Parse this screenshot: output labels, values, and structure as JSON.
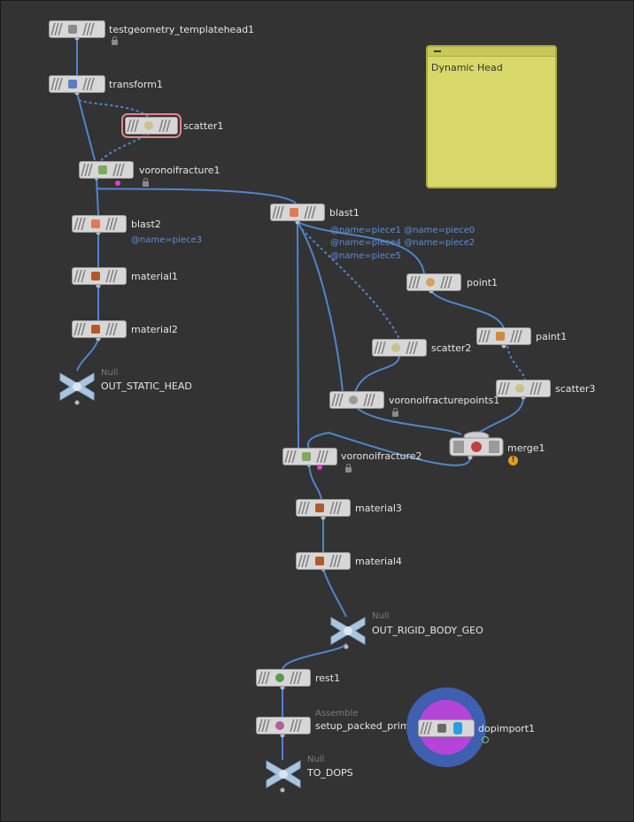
{
  "network": {
    "sticky_note": "Dynamic Head",
    "nodes": {
      "testgeometry": {
        "label": "testgeometry_templatehead1"
      },
      "transform1": {
        "label": "transform1"
      },
      "scatter1": {
        "label": "scatter1"
      },
      "voronoifracture1": {
        "label": "voronoifracture1"
      },
      "blast2": {
        "label": "blast2",
        "group": "@name=piece3"
      },
      "material1": {
        "label": "material1"
      },
      "material2": {
        "label": "material2"
      },
      "out_static_head": {
        "label": "OUT_STATIC_HEAD",
        "type": "Null"
      },
      "blast1": {
        "label": "blast1",
        "groups": [
          "@name=piece1 @name=piece0",
          "@name=piece4 @name=piece2",
          "@name=piece5"
        ]
      },
      "point1": {
        "label": "point1"
      },
      "paint1": {
        "label": "paint1"
      },
      "scatter2": {
        "label": "scatter2"
      },
      "scatter3": {
        "label": "scatter3"
      },
      "voronoifracturepoints1": {
        "label": "voronoifracturepoints1"
      },
      "merge1": {
        "label": "merge1"
      },
      "voronoifracture2": {
        "label": "voronoifracture2"
      },
      "material3": {
        "label": "material3"
      },
      "material4": {
        "label": "material4"
      },
      "out_rigid_body_geo": {
        "label": "OUT_RIGID_BODY_GEO",
        "type": "Null"
      },
      "rest1": {
        "label": "rest1"
      },
      "setup_packed": {
        "label": "setup_packed_prim",
        "type": "Assemble"
      },
      "dopimport1": {
        "label": "dopimport1"
      },
      "to_dops": {
        "label": "TO_DOPS",
        "type": "Null"
      }
    },
    "colors": {
      "wire": "#4f86cc",
      "selected_outline": "#e5848e",
      "display_flag": "#e040d0",
      "note_bg": "#d8d86a",
      "dop_ring": "#3f5fb0",
      "dop_inner": "#b545d8"
    },
    "icons": {
      "testgeometry": "head-geometry-icon",
      "transform": "transform-icon",
      "scatter": "scatter-icon",
      "voronoi": "voronoi-icon",
      "blast": "blast-icon",
      "material": "material-icon",
      "point": "point-icon",
      "paint": "paint-icon",
      "merge": "merge-icon",
      "rest": "rest-icon",
      "assemble": "assemble-icon",
      "dopimport": "dopimport-icon",
      "null": "null-icon"
    }
  }
}
